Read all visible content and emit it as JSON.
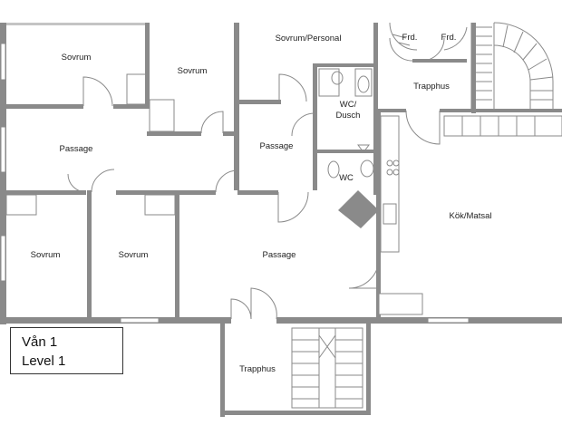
{
  "rooms": {
    "sovrum_top_left": "Sovrum",
    "sovrum_top_middle": "Sovrum",
    "sovrum_personal": "Sovrum/Personal",
    "frd_1": "Frd.",
    "frd_2": "Frd.",
    "trapphus_top": "Trapphus",
    "wc_dusch_line1": "WC/",
    "wc_dusch_line2": "Dusch",
    "passage_left": "Passage",
    "passage_middle": "Passage",
    "wc_small": "WC",
    "kok_matsal": "Kök/Matsal",
    "sovrum_bottom_left": "Sovrum",
    "sovrum_bottom_middle": "Sovrum",
    "passage_bottom": "Passage",
    "trapphus_bottom": "Trapphus"
  },
  "legend": {
    "level_sv": "Vån 1",
    "level_en": "Level 1"
  },
  "colors": {
    "wall": "#8a8a8a",
    "text": "#222222",
    "background": "#ffffff"
  }
}
